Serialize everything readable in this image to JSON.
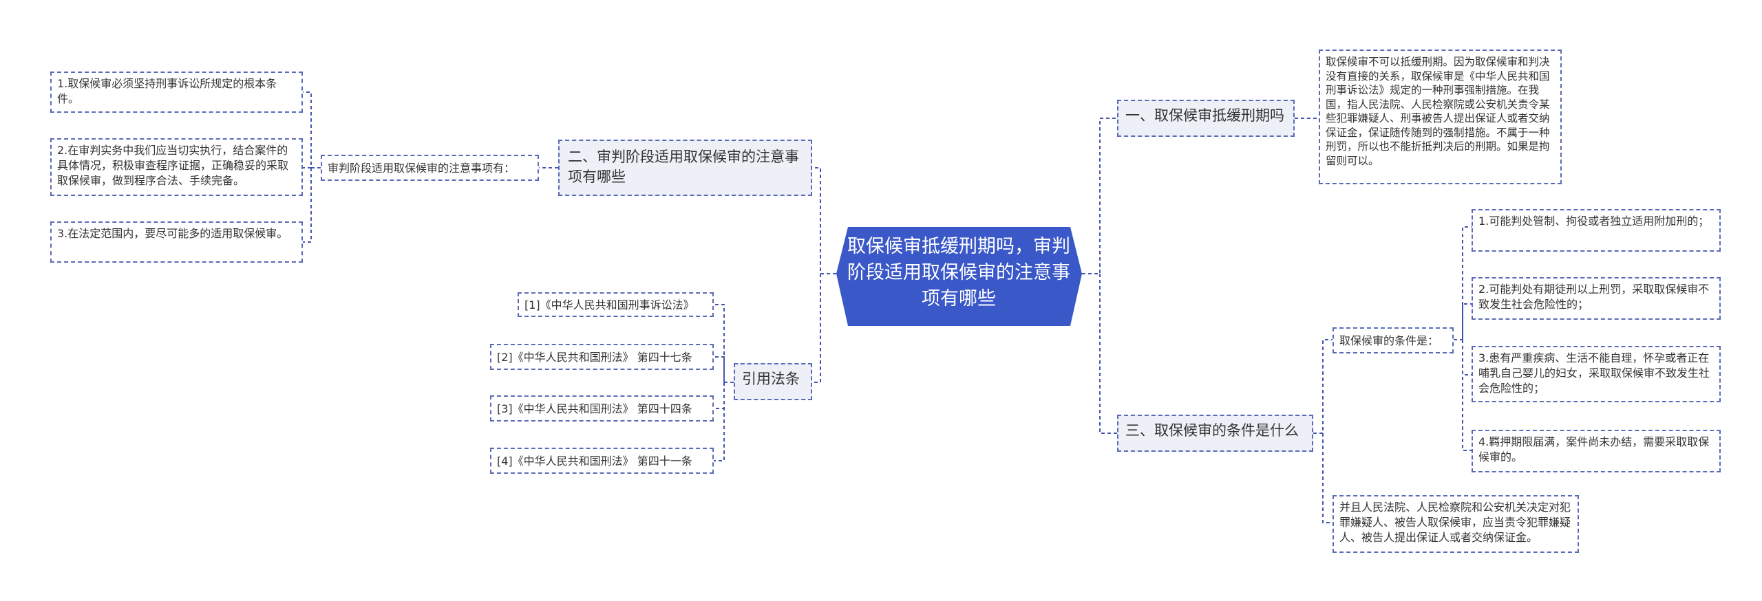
{
  "root": {
    "title": "取保候审抵缓刑期吗，审判阶段适用取保候审的注意事项有哪些"
  },
  "right": [
    {
      "title": "一、取保候审抵缓刑期吗",
      "children": [
        {
          "text": "取保候审不可以抵缓刑期。因为取保候审和判决没有直接的关系，取保候审是《中华人民共和国刑事诉讼法》规定的一种刑事强制措施。在我国，指人民法院、人民检察院或公安机关责令某些犯罪嫌疑人、刑事被告人提出保证人或者交纳保证金，保证随传随到的强制措施。不属于一种刑罚，所以也不能折抵判决后的刑期。如果是拘留则可以。"
        }
      ]
    },
    {
      "title": "三、取保候审的条件是什么",
      "children": [
        {
          "text": "取保候审的条件是：",
          "children": [
            {
              "text": "1.可能判处管制、拘役或者独立适用附加刑的；"
            },
            {
              "text": "2.可能判处有期徒刑以上刑罚，采取取保候审不致发生社会危险性的；"
            },
            {
              "text": "3.患有严重疾病、生活不能自理，怀孕或者正在哺乳自己婴儿的妇女，采取取保候审不致发生社会危险性的；"
            },
            {
              "text": "4.羁押期限届满，案件尚未办结，需要采取取保候审的。"
            }
          ]
        },
        {
          "text": "并且人民法院、人民检察院和公安机关决定对犯罪嫌疑人、被告人取保候审，应当责令犯罪嫌疑人、被告人提出保证人或者交纳保证金。"
        }
      ]
    }
  ],
  "left": [
    {
      "title": "二、审判阶段适用取保候审的注意事项有哪些",
      "children": [
        {
          "text": "审判阶段适用取保候审的注意事项有：",
          "children": [
            {
              "text": "1.取保候审必须坚持刑事诉讼所规定的根本条件。"
            },
            {
              "text": "2.在审判实务中我们应当切实执行，结合案件的具体情况，积极审查程序证据，正确稳妥的采取取保候审，做到程序合法、手续完备。"
            },
            {
              "text": "3.在法定范围内，要尽可能多的适用取保候审。"
            }
          ]
        }
      ]
    },
    {
      "title": "引用法条",
      "children": [
        {
          "text": "[1]《中华人民共和国刑事诉讼法》"
        },
        {
          "text": "[2]《中华人民共和国刑法》 第四十七条"
        },
        {
          "text": "[3]《中华人民共和国刑法》 第四十四条"
        },
        {
          "text": "[4]《中华人民共和国刑法》 第四十一条"
        }
      ]
    }
  ],
  "colors": {
    "root_fill": "#3a58c8",
    "line": "#4455b0",
    "node_border": "#5b6ab8",
    "branch_fill": "#eef0f7"
  }
}
